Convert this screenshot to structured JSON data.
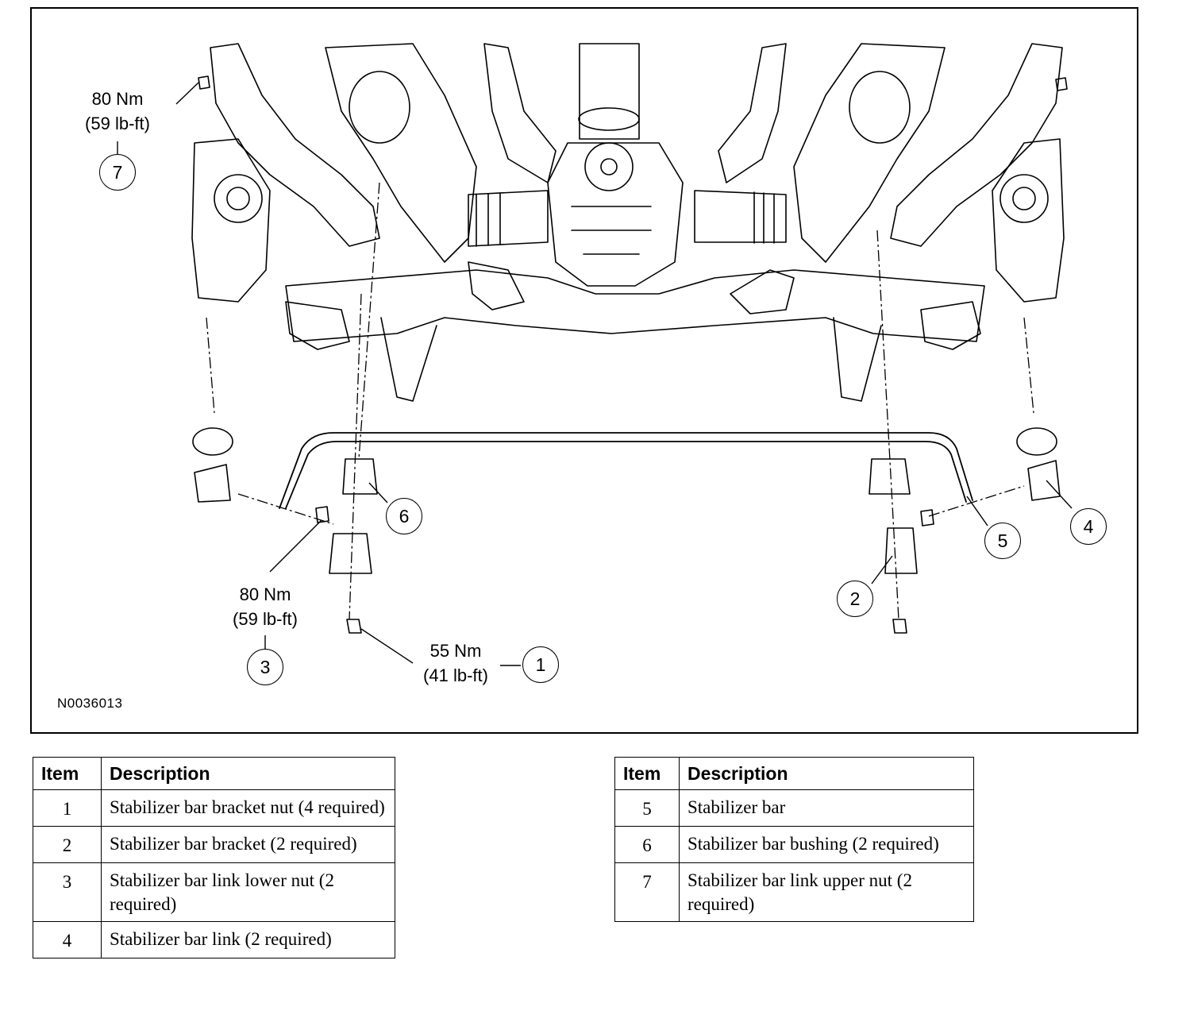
{
  "figure": {
    "id_code": "N0036013",
    "torque_labels": [
      {
        "nm": "80 Nm",
        "lbft": "(59 lb-ft)"
      },
      {
        "nm": "80 Nm",
        "lbft": "(59 lb-ft)"
      },
      {
        "nm": "55 Nm",
        "lbft": "(41 lb-ft)"
      }
    ],
    "callouts": [
      "1",
      "2",
      "3",
      "4",
      "5",
      "6",
      "7"
    ]
  },
  "legend": {
    "header_item": "Item",
    "header_description": "Description",
    "left_rows": [
      {
        "item": "1",
        "description": "Stabilizer bar bracket nut (4 required)"
      },
      {
        "item": "2",
        "description": "Stabilizer bar bracket (2 required)"
      },
      {
        "item": "3",
        "description": "Stabilizer bar link lower nut (2 required)"
      },
      {
        "item": "4",
        "description": "Stabilizer bar link (2 required)"
      }
    ],
    "right_rows": [
      {
        "item": "5",
        "description": "Stabilizer bar"
      },
      {
        "item": "6",
        "description": "Stabilizer bar bushing (2 required)"
      },
      {
        "item": "7",
        "description": "Stabilizer bar link upper nut (2 required)"
      }
    ]
  }
}
